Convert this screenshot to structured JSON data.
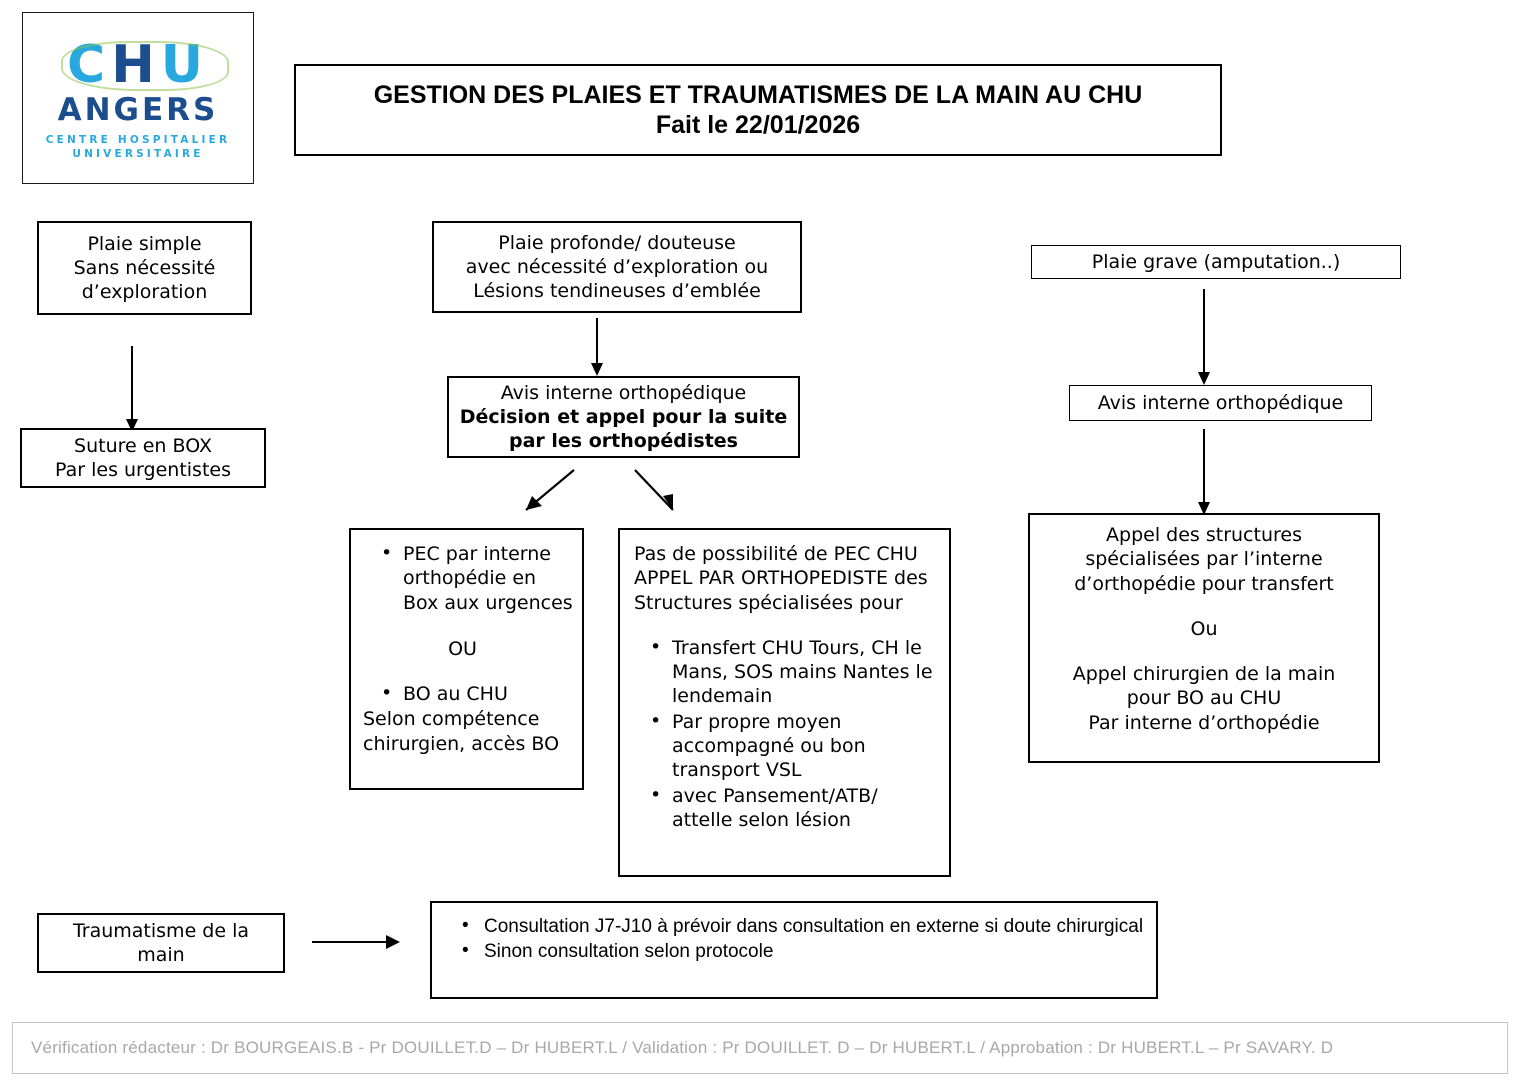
{
  "logo": {
    "chu_c": "C",
    "chu_h": "H",
    "chu_u": "U",
    "name": "ANGERS",
    "subtitle_line1": "CENTRE HOSPITALIER",
    "subtitle_line2": "UNIVERSITAIRE",
    "colors": {
      "cyan": "#29a8df",
      "navy": "#1c4e8f",
      "green": "#8bc34a"
    }
  },
  "title": {
    "line1": "GESTION DES PLAIES ET TRAUMATISMES DE LA MAIN AU CHU",
    "line2": "Fait le 22/01/2026"
  },
  "branches": {
    "simple": {
      "start": {
        "line1": "Plaie simple",
        "line2": "Sans nécessité",
        "line3": "d’exploration"
      },
      "action": {
        "line1": "Suture en BOX",
        "line2": "Par les urgentistes"
      }
    },
    "profonde": {
      "start": {
        "line1": "Plaie profonde/ douteuse",
        "line2": "avec nécessité d’exploration ou",
        "line3": "Lésions tendineuses d’emblée"
      },
      "avis": {
        "line1": "Avis interne orthopédique",
        "line2": "Décision et appel pour la suite",
        "line3": "par les orthopédistes"
      },
      "option_pec": {
        "bullet1": "PEC par interne orthopédie en Box aux urgences",
        "ou": "OU",
        "bullet2": "BO au CHU",
        "tail": "Selon compétence chirurgien, accès BO"
      },
      "option_transfert": {
        "header1": "Pas de possibilité de PEC CHU",
        "header2": "APPEL PAR ORTHOPEDISTE des",
        "header3": "Structures spécialisées pour",
        "bullet1": "Transfert CHU Tours, CH le Mans, SOS mains Nantes le lendemain",
        "bullet2": "Par propre moyen accompagné ou bon transport VSL",
        "bullet3": "avec Pansement/ATB/ attelle selon lésion"
      }
    },
    "grave": {
      "start": {
        "line1": "Plaie grave (amputation..)"
      },
      "avis": {
        "line1": "Avis interne orthopédique"
      },
      "action": {
        "line1": "Appel des structures",
        "line2": "spécialisées par l’interne",
        "line3": "d’orthopédie pour transfert",
        "ou": "Ou",
        "line4": "Appel chirurgien de la main",
        "line5": "pour BO au CHU",
        "line6": "Par interne d’orthopédie"
      }
    },
    "traumatisme": {
      "start": {
        "line1": "Traumatisme de la",
        "line2": "main"
      },
      "consultation": {
        "bullet1": "Consultation J7-J10 à prévoir dans consultation en externe si doute chirurgical",
        "bullet2": "Sinon consultation selon protocole"
      }
    }
  },
  "footer": {
    "text": "Vérification rédacteur : Dr BOURGEAIS.B - Pr DOUILLET.D – Dr HUBERT.L  /  Validation : Pr DOUILLET. D – Dr HUBERT.L  / Approbation : Dr HUBERT.L – Pr SAVARY. D"
  }
}
